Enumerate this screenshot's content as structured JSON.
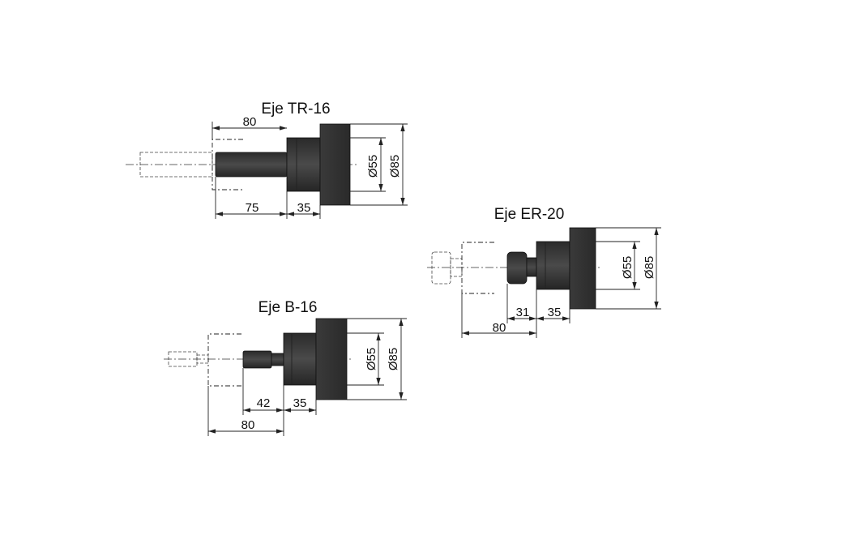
{
  "drawings": {
    "tr16": {
      "title": "Eje TR-16",
      "dim_top": "80",
      "dim_shaft": "75",
      "dim_body": "35",
      "dia_inner": "Ø55",
      "dia_outer": "Ø85"
    },
    "er20": {
      "title": "Eje ER-20",
      "dim_nut": "31",
      "dim_body": "35",
      "dim_total": "80",
      "dia_inner": "Ø55",
      "dia_outer": "Ø85"
    },
    "b16": {
      "title": "Eje B-16",
      "dim_shaft": "42",
      "dim_body": "35",
      "dim_total": "80",
      "dia_inner": "Ø55",
      "dia_outer": "Ø85"
    }
  },
  "colors": {
    "part": "#3a3a3a",
    "line": "#222222"
  }
}
